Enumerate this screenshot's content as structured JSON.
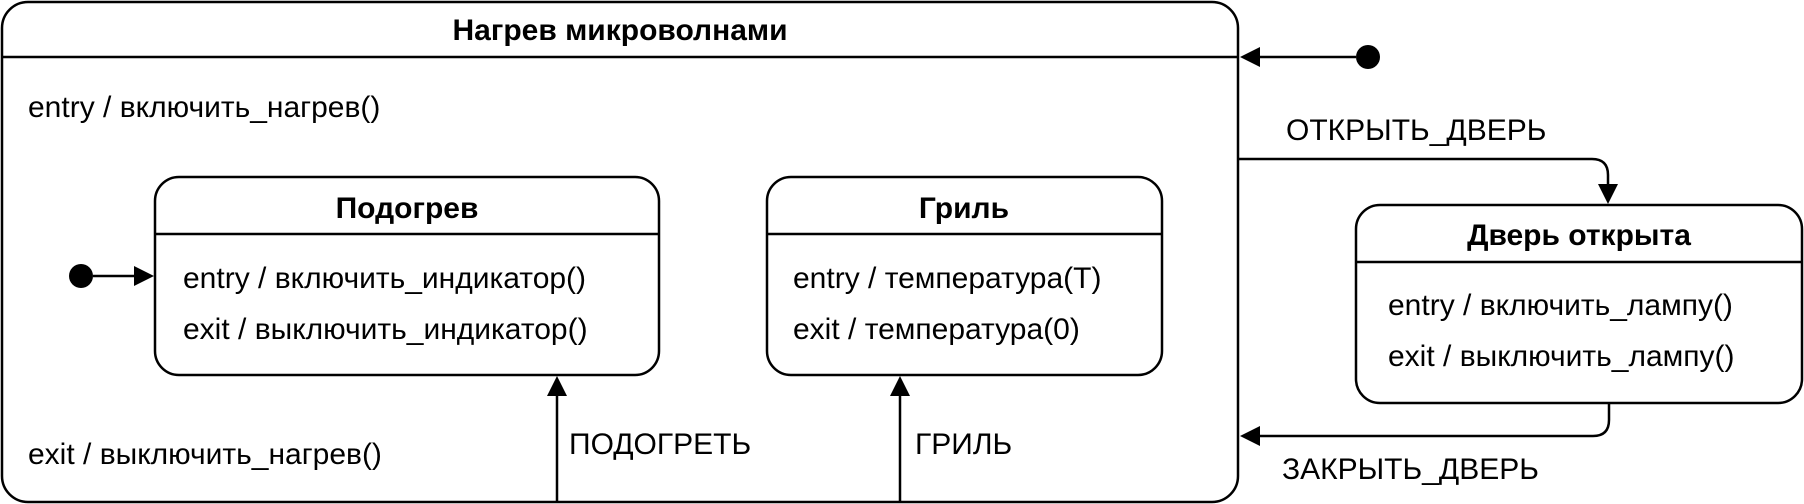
{
  "diagram": {
    "outer_state": {
      "title": "Нагрев микроволнами",
      "entry": "entry / включить_нагрев()",
      "exit": "exit / выключить_нагрев()"
    },
    "substates": [
      {
        "title": "Подогрев",
        "entry": "entry / включить_индикатор()",
        "exit": "exit / выключить_индикатор()"
      },
      {
        "title": "Гриль",
        "entry": "entry / температура(T)",
        "exit": "exit / температура(0)"
      }
    ],
    "door_state": {
      "title": "Дверь открыта",
      "entry": "entry / включить_лампу()",
      "exit": "exit / выключить_лампу()"
    },
    "transitions": {
      "reheat": "ПОДОГРЕТЬ",
      "grill": "ГРИЛЬ",
      "open_door": "ОТКРЫТЬ_ДВЕРЬ",
      "close_door": "ЗАКРЫТЬ_ДВЕРЬ"
    }
  }
}
